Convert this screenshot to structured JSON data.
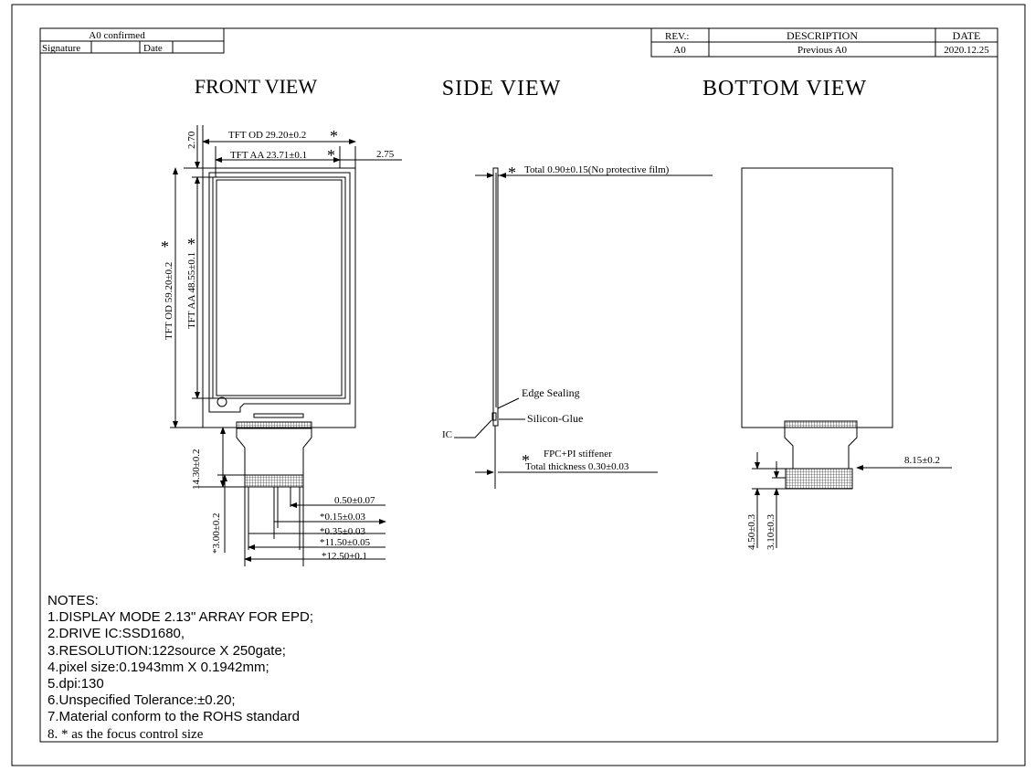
{
  "sign_box": {
    "title": "A0 confirmed",
    "signature": "Signature",
    "date": "Date"
  },
  "rev_table": {
    "headers": [
      "REV.:",
      "DESCRIPTION",
      "DATE"
    ],
    "row": [
      "A0",
      "Previous A0",
      "2020.12.25"
    ]
  },
  "views": {
    "front": "FRONT VIEW",
    "side": "SIDE VIEW",
    "bottom": "BOTTOM VIEW"
  },
  "dims": {
    "top_margin": "2.70",
    "tft_od_w": "TFT OD 29.20±0.2",
    "tft_aa_w": "TFT AA 23.71±0.1",
    "right_margin": "2.75",
    "tft_od_h": "TFT OD 59.20±0.2",
    "tft_aa_h": "TFT AA 48.55±0.1",
    "fpc_len": "14.30±0.2",
    "fpc_tail": "*3.00±0.2",
    "pitch": "0.50±0.07",
    "d1": "*0.15±0.03",
    "d2": "*0.35±0.03",
    "d3": "*11.50±0.05",
    "d4": "*12.50±0.1",
    "total": "Total 0.90±0.15(No protective film)",
    "edge": "Edge Sealing",
    "glue": "Silicon-Glue",
    "ic": "IC",
    "fpc_pi": "FPC+PI stiffener",
    "total_thk": "Total thickness 0.30±0.03",
    "b_right": "8.15±0.2",
    "b_h1": "4.50±0.3",
    "b_h2": "3.10±0.3",
    "star": "*"
  },
  "notes": [
    "NOTES:",
    "1.DISPLAY MODE 2.13\" ARRAY FOR EPD;",
    "2.DRIVE IC:SSD1680,",
    "3.RESOLUTION:122source X 250gate;",
    "4.pixel size:0.1943mm X 0.1942mm;",
    "5.dpi:130",
    "6.Unspecified Tolerance:±0.20;",
    "7.Material conform to the ROHS standard",
    "8. *  as the focus control size"
  ]
}
